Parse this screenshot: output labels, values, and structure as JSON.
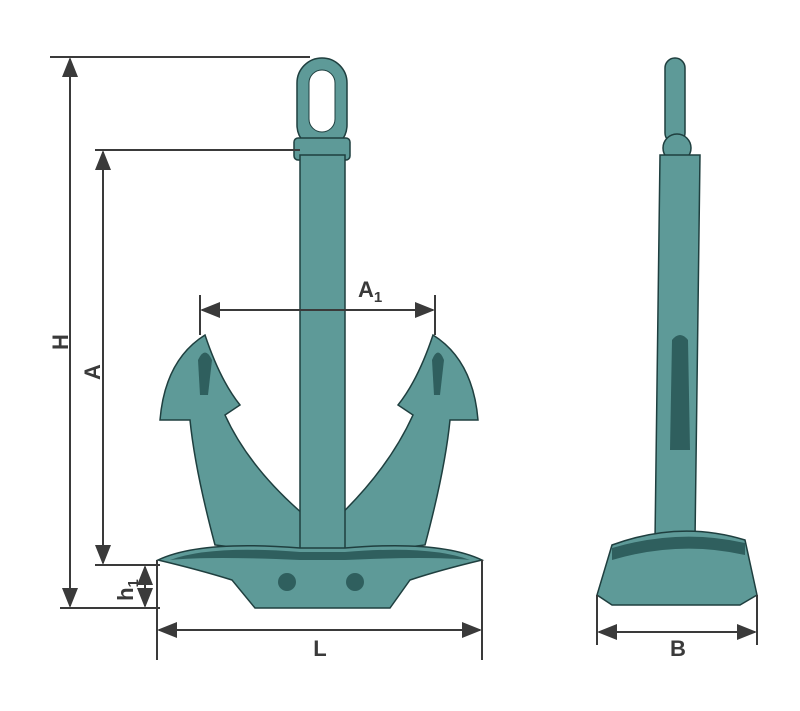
{
  "labels": {
    "H": "H",
    "A": "A",
    "A1_main": "A",
    "A1_sub": "1",
    "h1_main": "h",
    "h1_sub": "1",
    "L": "L",
    "B": "B"
  },
  "colors": {
    "anchor": "#5e9a98",
    "dimension_lines": "#3a3a3a"
  }
}
